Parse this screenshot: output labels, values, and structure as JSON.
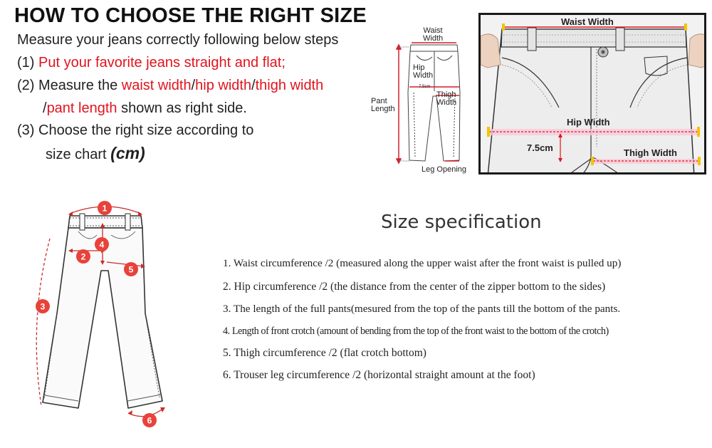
{
  "header": {
    "title": "HOW TO CHOOSE THE RIGHT SIZE",
    "intro": "Measure your jeans correctly following below steps"
  },
  "steps": {
    "s1_num": "(1)",
    "s1_text": "Put your favorite jeans straight and flat;",
    "s2_num": "(2)",
    "s2_prefix": "Measure the",
    "s2_waist": "waist width",
    "s2_sep1": "/",
    "s2_hip": "hip width",
    "s2_sep2": "/",
    "s2_thigh": "thigh width",
    "s2_sep3": "/",
    "s2_pant": "pant length",
    "s2_suffix": "shown as right side.",
    "s3_num": "(3)",
    "s3_text_line1": "Choose the right size according to",
    "s3_text_line2": "size chart",
    "s3_unit": "(cm)"
  },
  "sketch_labels": {
    "waist_width_l1": "Waist",
    "waist_width_l2": "Width",
    "hip_width_l1": "Hip",
    "hip_width_l2": "Width",
    "hip_offset": "7.5cm",
    "thigh_width_l1": "Thigh",
    "thigh_width_l2": "Width",
    "pant_length_l1": "Pant",
    "pant_length_l2": "Length",
    "leg_opening": "Leg Opening"
  },
  "photo_labels": {
    "waist_width": "Waist Width",
    "hip_width": "Hip Width",
    "offset": "7.5cm",
    "thigh_width": "Thigh Width"
  },
  "diagram_numbers": {
    "n1": "1",
    "n2": "2",
    "n3": "3",
    "n4": "4",
    "n5": "5",
    "n6": "6"
  },
  "specification": {
    "title": "Size specification",
    "items": [
      "1. Waist circumference /2 (measured along the upper waist after the front waist is pulled up)",
      "2. Hip circumference /2 (the distance from the center of the zipper bottom to the sides)",
      "3. The length of the full pants(mesured from the top of the pants till the bottom of the pants.",
      "4. Length of front crotch (amount of bending from the top of the front waist to the bottom of the crotch)",
      "5. Thigh circumference /2 (flat crotch bottom)",
      "6. Trouser leg circumference /2 (horizontal straight amount at the foot)"
    ]
  },
  "colors": {
    "accent_red": "#e0141e",
    "badge_red": "#e8423a",
    "text": "#222222",
    "highlight_pink": "#f4a6c0",
    "highlight_yellow": "#f5c400"
  }
}
